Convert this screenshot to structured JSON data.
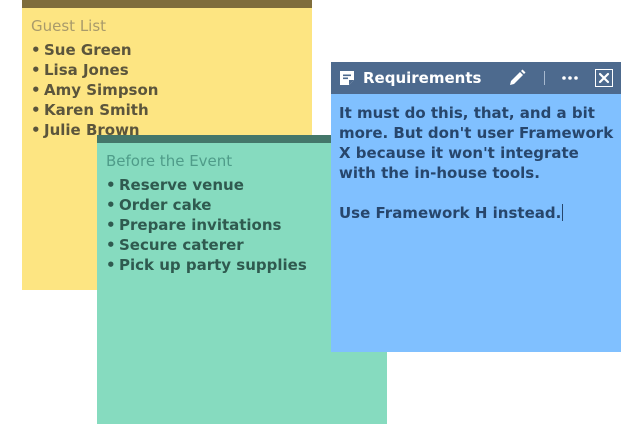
{
  "notes": {
    "guest_list": {
      "title": "Guest List",
      "items": [
        "Sue Green",
        "Lisa Jones",
        "Amy Simpson",
        "Karen Smith",
        "Julie Brown"
      ]
    },
    "before_event": {
      "title": "Before the Event",
      "items": [
        "Reserve venue",
        "Order cake",
        "Prepare invitations",
        "Secure caterer",
        "Pick up party supplies"
      ]
    },
    "requirements": {
      "title": "Requirements",
      "body_para1": "It must do this, that, and a bit more. But don't user Framework X because it won't integrate with the in-house tools.",
      "body_para2": "Use Framework H instead.",
      "icons": [
        "note-icon",
        "pencil-icon",
        "more-icon",
        "close-icon"
      ]
    }
  },
  "colors": {
    "yellow_note": "#fde582",
    "green_note": "#86dbbf",
    "blue_note": "#80c0ff",
    "blue_header": "#4d6a8e"
  }
}
